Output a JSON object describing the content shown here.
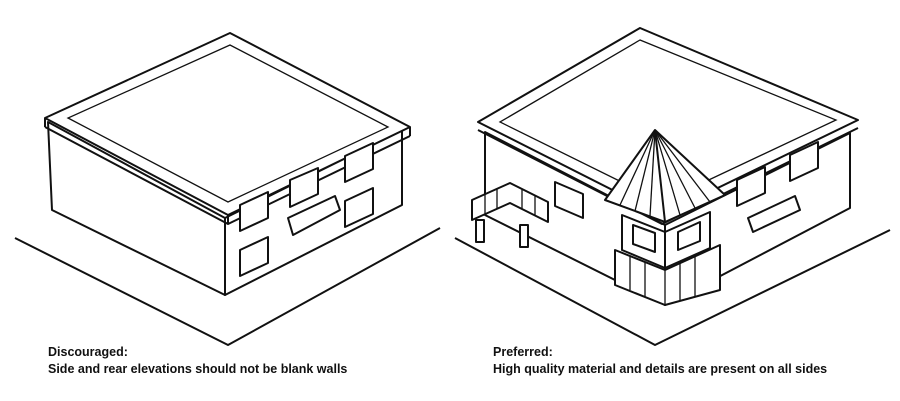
{
  "left_panel": {
    "heading": "Discouraged:",
    "caption": "Side and rear elevations should not be blank walls"
  },
  "right_panel": {
    "heading": "Preferred:",
    "caption": "High quality material and details are present on all sides"
  }
}
